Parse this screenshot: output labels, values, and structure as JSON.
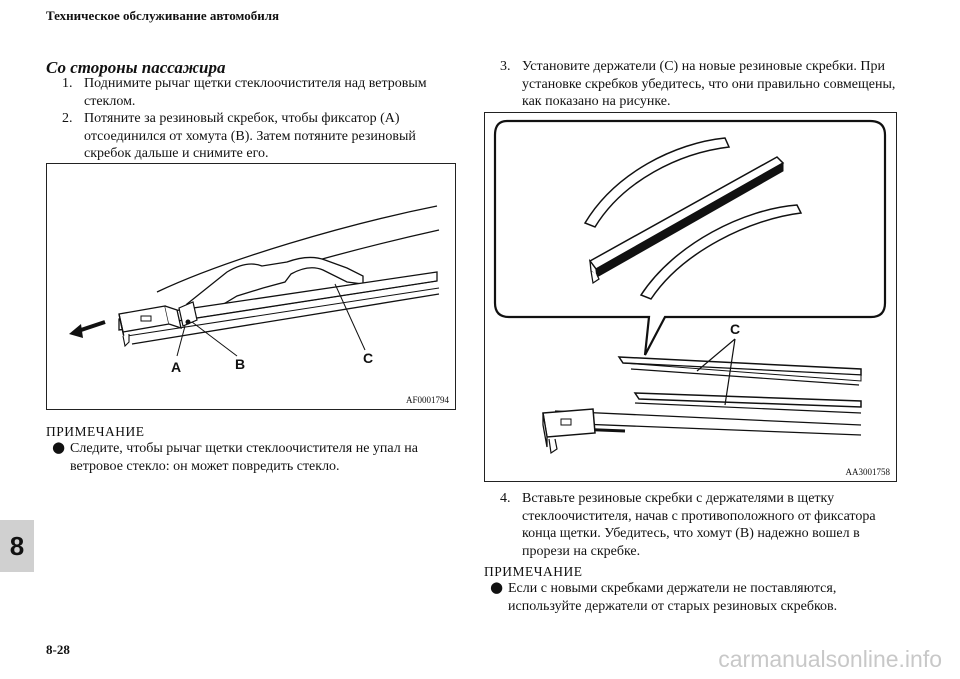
{
  "header": "Техническое обслуживание автомобиля",
  "section_title": "Со стороны пассажира",
  "left_steps": [
    {
      "num": "1.",
      "text": "Поднимите рычаг щетки стеклоочистителя над ветровым стеклом."
    },
    {
      "num": "2.",
      "text": "Потяните за резиновый скребок, чтобы фиксатор (А) отсоединился от хомута (В). Затем потяните резиновый скребок дальше и снимите его."
    }
  ],
  "figure1": {
    "id": "AF0001794",
    "labels": {
      "a": "A",
      "b": "B",
      "c": "C"
    }
  },
  "note1": {
    "heading": "ПРИМЕЧАНИЕ",
    "bullet": "●",
    "text": "Следите, чтобы рычаг щетки стеклоочистителя не упал на ветровое стекло: он может повредить стекло."
  },
  "right_step3": {
    "num": "3.",
    "text": "Установите держатели (С) на новые резиновые скребки. При установке скребков убедитесь, что они правильно совмещены, как показано на рисунке."
  },
  "figure2": {
    "id": "AA3001758",
    "labels": {
      "c": "C"
    }
  },
  "right_step4": {
    "num": "4.",
    "text": "Вставьте резиновые скребки с держателями в щетку стеклоочистителя, начав с противоположного от фиксатора конца щетки. Убедитесь, что хомут (В) надежно вошел в прорези на скребке."
  },
  "note2": {
    "heading": "ПРИМЕЧАНИЕ",
    "bullet": "●",
    "text": "Если с новыми скребками держатели не поставляются, используйте держатели от старых резиновых скребков."
  },
  "chapter_tab": "8",
  "page_number": "8-28",
  "watermark": "carmanualsonline.info"
}
